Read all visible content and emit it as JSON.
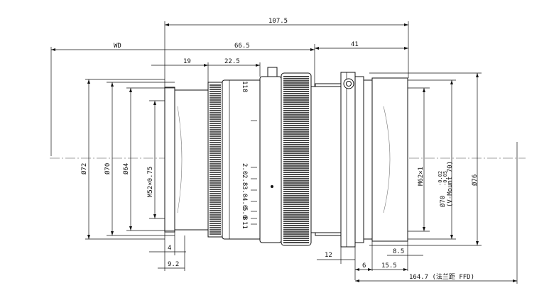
{
  "drawing": {
    "dimensions": {
      "total_length": "107.5",
      "wd": "WD",
      "front_length": "66.5",
      "rear_length": "41",
      "front_step": "19",
      "ring_step": "22.5",
      "front_dia": "Ø72",
      "dia_70": "Ø70",
      "dia_64": "Ø64",
      "filter_thread": "M52×0.75",
      "mount_thread": "M62×1",
      "mount_dia": "Ø70 -0.02/-0.05",
      "mount_dia_main": "Ø70",
      "mount_tol_top": "-0.02",
      "mount_tol_bottom": "-0.05",
      "mount_name": "(V-Mount 70)",
      "outer_dia": "Ø76",
      "front_lip": "4",
      "front_depth": "9.2",
      "flange": "12",
      "rear_8_5": "8.5",
      "rear_6": "6",
      "rear_15_5": "15.5",
      "ffd": "164.7 (法兰距 FFD)"
    },
    "aperture_scale": [
      "2.0",
      "2.8",
      "3.0",
      "4.0",
      "5.6",
      "8",
      "11"
    ],
    "top_scale": [
      "11",
      "8"
    ]
  }
}
